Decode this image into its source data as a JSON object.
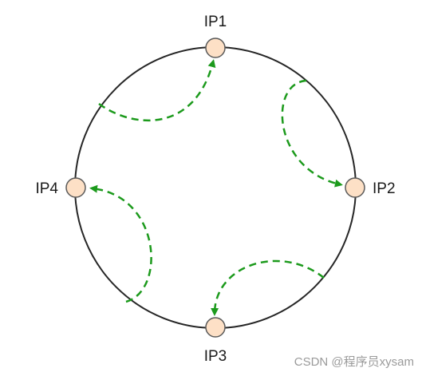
{
  "nodes": {
    "ip1": {
      "label": "IP1"
    },
    "ip2": {
      "label": "IP2"
    },
    "ip3": {
      "label": "IP3"
    },
    "ip4": {
      "label": "IP4"
    }
  },
  "watermark": "CSDN @程序员xysam",
  "colors": {
    "ring": "#262626",
    "node_fill": "#fde0c6",
    "node_stroke": "#5a5a5a",
    "arrow": "#1c9a1c",
    "background": "#ffffff"
  },
  "arrow_style": "dashed-curved",
  "arrows": [
    {
      "from": "ring-arc-before-ip1",
      "to": "ip1"
    },
    {
      "from": "ring-arc-before-ip2",
      "to": "ip2"
    },
    {
      "from": "ring-arc-before-ip3",
      "to": "ip3"
    },
    {
      "from": "ring-arc-before-ip4",
      "to": "ip4"
    }
  ]
}
